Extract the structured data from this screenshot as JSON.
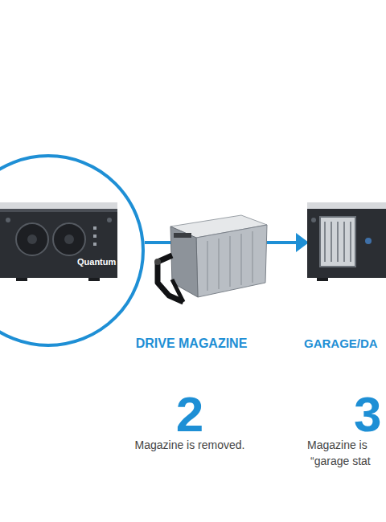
{
  "diagram": {
    "labels": [
      "Quantum",
      "DRIVE MAGAZINE",
      "GARAGE/DA",
      "2",
      "Magazine is removed.",
      "3",
      "Magazine is",
      "“garage stat"
    ]
  }
}
